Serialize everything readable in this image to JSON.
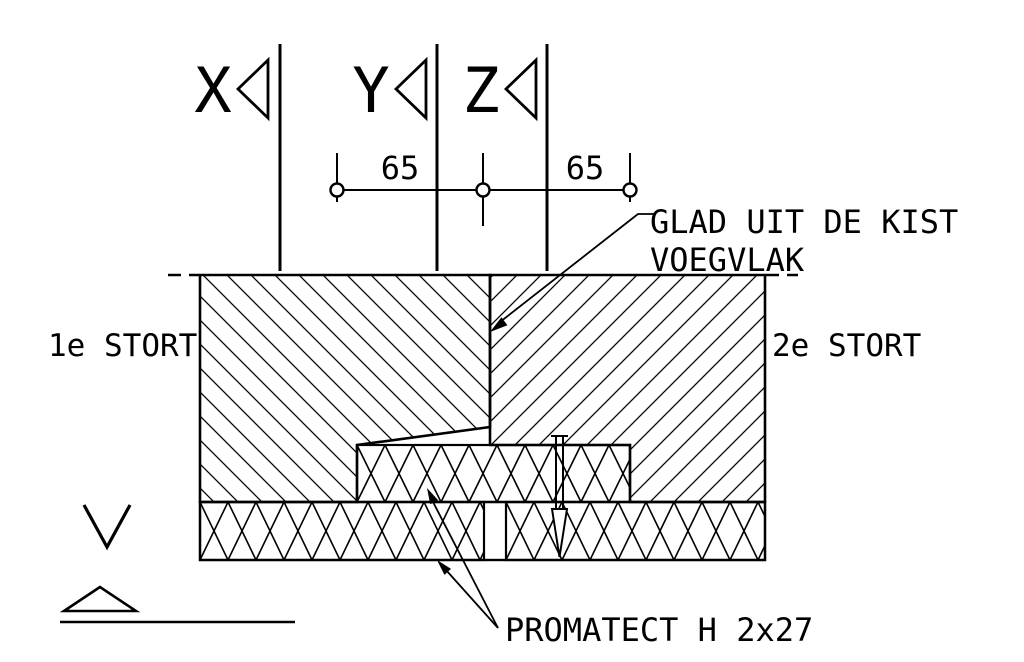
{
  "drawing": {
    "background_color": "#ffffff",
    "line_color": "#000000",
    "section_markers": {
      "x": "X",
      "y": "Y",
      "z": "Z"
    },
    "dimensions": {
      "left_value": "65",
      "right_value": "65"
    },
    "labels": {
      "pour_left": "1e STORT",
      "pour_right": "2e STORT",
      "joint_note_line1": "GLAD UIT DE KIST",
      "joint_note_line2": "VOEGVLAK",
      "board_note": "PROMATECT H 2x27"
    }
  }
}
